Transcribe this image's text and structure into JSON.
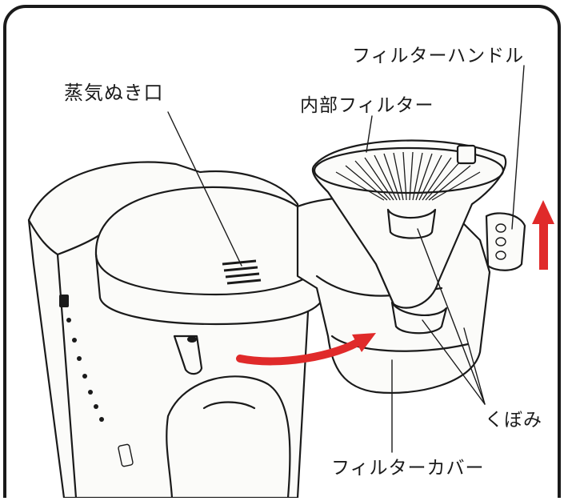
{
  "labels": {
    "steam_vent": "蒸気ぬき口",
    "inner_filter": "内部フィルター",
    "filter_handle": "フィルターハンドル",
    "recess": "くぼみ",
    "filter_cover": "フィルターカバー"
  },
  "colors": {
    "frame": "#1a1a1a",
    "paper": "#fbfbf9",
    "arrow": "#e02a2a"
  },
  "icons": {
    "lift_arrow": "red-up-arrow",
    "swing_arrow": "red-curved-arrow"
  }
}
